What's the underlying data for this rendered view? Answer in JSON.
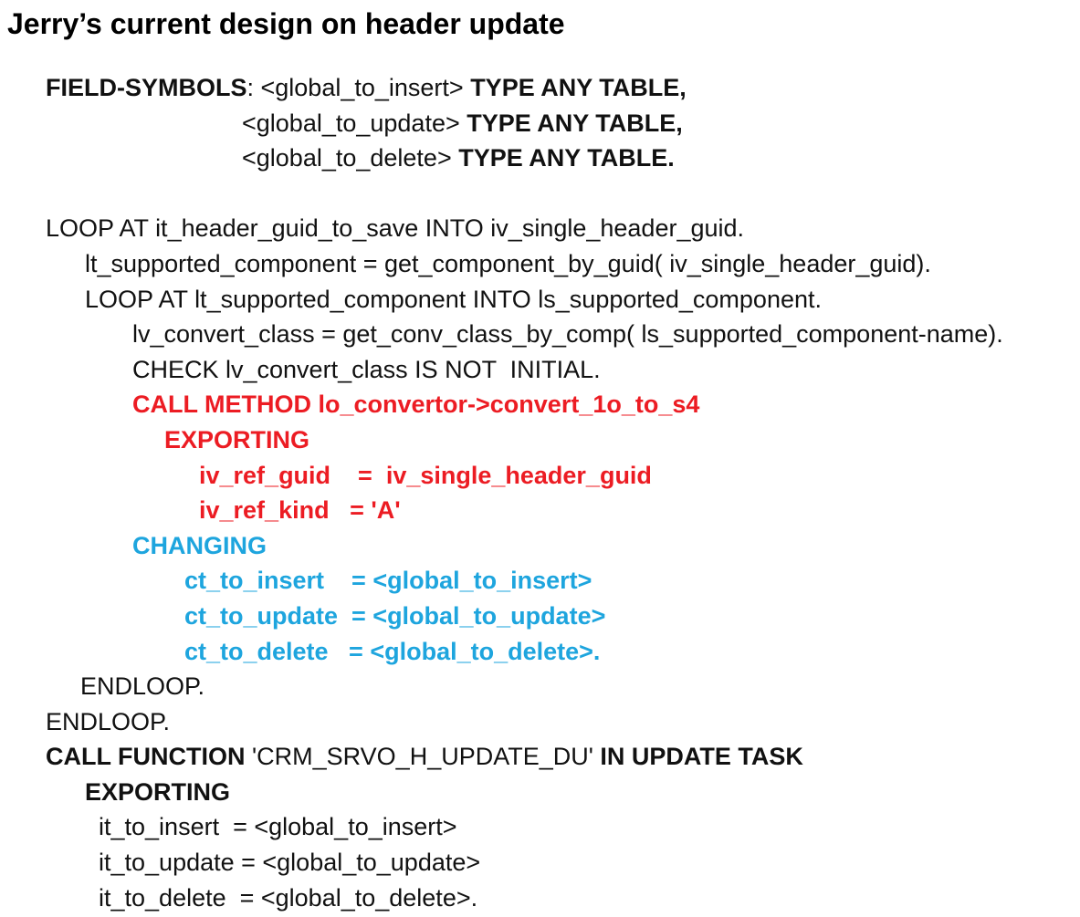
{
  "title": "Jerry’s current design on header update",
  "colors": {
    "black": "#111111",
    "red": "#EC1C23",
    "cyan": "#1EA5DE"
  },
  "code": {
    "lines": [
      {
        "indent": 50,
        "segments": [
          {
            "t": "FIELD-SYMBOLS",
            "b": true
          },
          {
            "t": ": <global_to_insert> ",
            "b": false
          },
          {
            "t": "TYPE ANY TABLE,",
            "b": true
          }
        ]
      },
      {
        "indent": 265,
        "segments": [
          {
            "t": "<global_to_update> ",
            "b": false
          },
          {
            "t": "TYPE ANY TABLE,",
            "b": true
          }
        ]
      },
      {
        "indent": 265,
        "segments": [
          {
            "t": "<global_to_delete> ",
            "b": false
          },
          {
            "t": "TYPE ANY TABLE.",
            "b": true
          }
        ]
      },
      {
        "indent": 0,
        "segments": []
      },
      {
        "indent": 50,
        "segments": [
          {
            "t": "LOOP AT it_header_guid_to_save INTO iv_single_header_guid.",
            "b": false
          }
        ]
      },
      {
        "indent": 93,
        "segments": [
          {
            "t": "lt_supported_component = get_component_by_guid( iv_single_header_guid).",
            "b": false
          }
        ]
      },
      {
        "indent": 93,
        "segments": [
          {
            "t": "LOOP AT lt_supported_component INTO ls_supported_component.",
            "b": false
          }
        ]
      },
      {
        "indent": 145,
        "segments": [
          {
            "t": "lv_convert_class = get_conv_class_by_comp( ls_supported_component-name).",
            "b": false
          }
        ]
      },
      {
        "indent": 145,
        "segments": [
          {
            "t": "CHECK lv_convert_class IS NOT  INITIAL.",
            "b": false
          }
        ]
      },
      {
        "indent": 145,
        "segments": [
          {
            "t": "CALL METHOD lo_convertor->convert_1o_to_s4",
            "b": true,
            "c": "red"
          }
        ]
      },
      {
        "indent": 180,
        "segments": [
          {
            "t": "EXPORTING",
            "b": true,
            "c": "red"
          }
        ]
      },
      {
        "indent": 218,
        "segments": [
          {
            "t": "iv_ref_guid    =  iv_single_header_guid",
            "b": true,
            "c": "red"
          }
        ]
      },
      {
        "indent": 218,
        "segments": [
          {
            "t": "iv_ref_kind   = 'A'",
            "b": true,
            "c": "red"
          }
        ]
      },
      {
        "indent": 145,
        "segments": [
          {
            "t": "CHANGING",
            "b": true,
            "c": "cyan"
          }
        ]
      },
      {
        "indent": 202,
        "segments": [
          {
            "t": "ct_to_insert    = <global_to_insert>",
            "b": true,
            "c": "cyan"
          }
        ]
      },
      {
        "indent": 202,
        "segments": [
          {
            "t": "ct_to_update  = <global_to_update>",
            "b": true,
            "c": "cyan"
          }
        ]
      },
      {
        "indent": 202,
        "segments": [
          {
            "t": "ct_to_delete   = <global_to_delete>.",
            "b": true,
            "c": "cyan"
          }
        ]
      },
      {
        "indent": 88,
        "segments": [
          {
            "t": "ENDLOOP.",
            "b": false
          }
        ]
      },
      {
        "indent": 50,
        "segments": [
          {
            "t": "ENDLOOP.",
            "b": false
          }
        ]
      },
      {
        "indent": 50,
        "segments": [
          {
            "t": "CALL FUNCTION ",
            "b": true
          },
          {
            "t": "'CRM_SRVO_H_UPDATE_DU'",
            "b": false
          },
          {
            "t": " IN UPDATE TASK",
            "b": true
          }
        ]
      },
      {
        "indent": 93,
        "segments": [
          {
            "t": "EXPORTING",
            "b": true
          }
        ]
      },
      {
        "indent": 108,
        "segments": [
          {
            "t": "it_to_insert  = <global_to_insert>",
            "b": false
          }
        ]
      },
      {
        "indent": 108,
        "segments": [
          {
            "t": "it_to_update = <global_to_update>",
            "b": false
          }
        ]
      },
      {
        "indent": 108,
        "segments": [
          {
            "t": "it_to_delete  = <global_to_delete>.",
            "b": false
          }
        ]
      }
    ]
  }
}
